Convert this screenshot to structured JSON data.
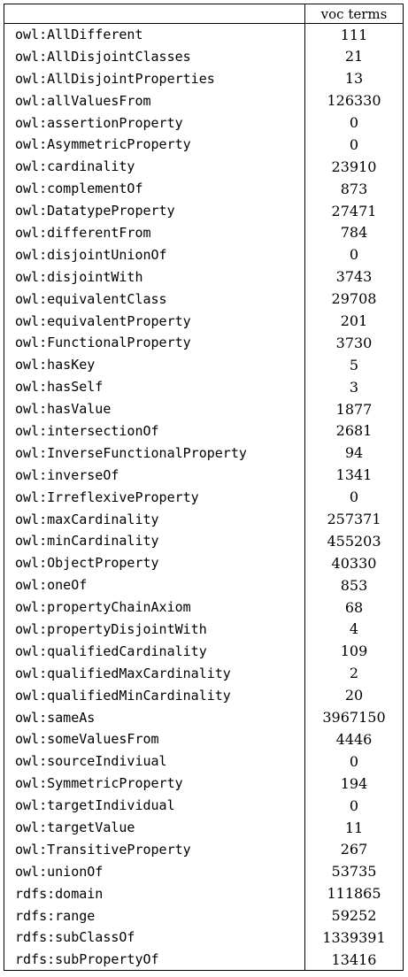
{
  "table": {
    "header": {
      "term": "",
      "count": "voc terms"
    },
    "rows": [
      {
        "term": "owl:AllDifferent",
        "count": "111"
      },
      {
        "term": "owl:AllDisjointClasses",
        "count": "21"
      },
      {
        "term": "owl:AllDisjointProperties",
        "count": "13"
      },
      {
        "term": "owl:allValuesFrom",
        "count": "126330"
      },
      {
        "term": "owl:assertionProperty",
        "count": "0"
      },
      {
        "term": "owl:AsymmetricProperty",
        "count": "0"
      },
      {
        "term": "owl:cardinality",
        "count": "23910"
      },
      {
        "term": "owl:complementOf",
        "count": "873"
      },
      {
        "term": "owl:DatatypeProperty",
        "count": "27471"
      },
      {
        "term": "owl:differentFrom",
        "count": "784"
      },
      {
        "term": "owl:disjointUnionOf",
        "count": "0"
      },
      {
        "term": "owl:disjointWith",
        "count": "3743"
      },
      {
        "term": "owl:equivalentClass",
        "count": "29708"
      },
      {
        "term": "owl:equivalentProperty",
        "count": "201"
      },
      {
        "term": "owl:FunctionalProperty",
        "count": "3730"
      },
      {
        "term": "owl:hasKey",
        "count": "5"
      },
      {
        "term": "owl:hasSelf",
        "count": "3"
      },
      {
        "term": "owl:hasValue",
        "count": "1877"
      },
      {
        "term": "owl:intersectionOf",
        "count": "2681"
      },
      {
        "term": "owl:InverseFunctionalProperty",
        "count": "94"
      },
      {
        "term": "owl:inverseOf",
        "count": "1341"
      },
      {
        "term": "owl:IrreflexiveProperty",
        "count": "0"
      },
      {
        "term": "owl:maxCardinality",
        "count": "257371"
      },
      {
        "term": "owl:minCardinality",
        "count": "455203"
      },
      {
        "term": "owl:ObjectProperty",
        "count": "40330"
      },
      {
        "term": "owl:oneOf",
        "count": "853"
      },
      {
        "term": "owl:propertyChainAxiom",
        "count": "68"
      },
      {
        "term": "owl:propertyDisjointWith",
        "count": "4"
      },
      {
        "term": "owl:qualifiedCardinality",
        "count": "109"
      },
      {
        "term": "owl:qualifiedMaxCardinality",
        "count": "2"
      },
      {
        "term": "owl:qualifiedMinCardinality",
        "count": "20"
      },
      {
        "term": "owl:sameAs",
        "count": "3967150"
      },
      {
        "term": "owl:someValuesFrom",
        "count": "4446"
      },
      {
        "term": "owl:sourceIndiviual",
        "count": "0"
      },
      {
        "term": "owl:SymmetricProperty",
        "count": "194"
      },
      {
        "term": "owl:targetIndividual",
        "count": "0"
      },
      {
        "term": "owl:targetValue",
        "count": "11"
      },
      {
        "term": "owl:TransitiveProperty",
        "count": "267"
      },
      {
        "term": "owl:unionOf",
        "count": "53735"
      },
      {
        "term": "rdfs:domain",
        "count": "111865"
      },
      {
        "term": "rdfs:range",
        "count": "59252"
      },
      {
        "term": "rdfs:subClassOf",
        "count": "1339391"
      },
      {
        "term": "rdfs:subPropertyOf",
        "count": "13416"
      }
    ]
  }
}
